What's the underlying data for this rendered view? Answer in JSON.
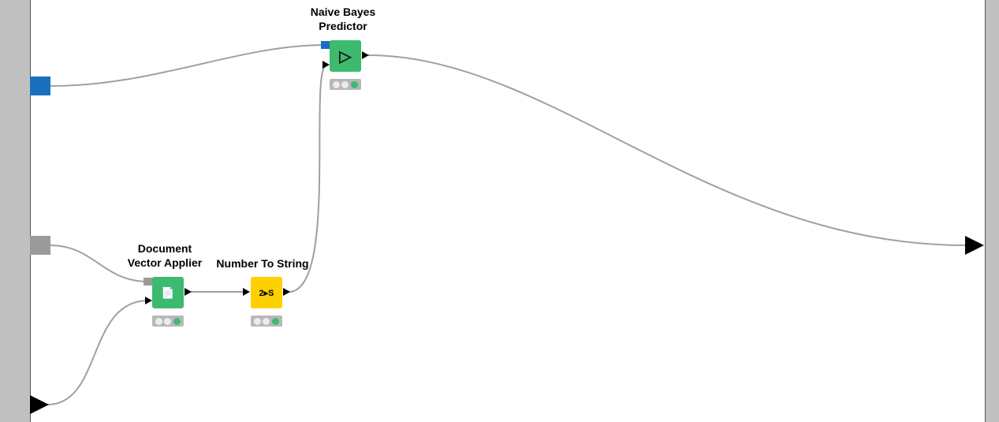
{
  "workflow": {
    "nodes": {
      "naive_bayes": {
        "label_line1": "Naive Bayes",
        "label_line2": "Predictor",
        "icon": "predictor-triangle-icon",
        "icon_glyph": "▷",
        "status": "executed"
      },
      "doc_vector": {
        "label_line1": "Document",
        "label_line2": "Vector Applier",
        "icon": "document-vector-icon",
        "icon_glyph": "📄",
        "status": "executed"
      },
      "num_to_str": {
        "label_line1": "Number To String",
        "icon": "number-to-string-icon",
        "icon_glyph": "2▸S",
        "status": "executed"
      }
    },
    "colors": {
      "model_port": "#1a6fbf",
      "doc_port": "#9a9a9a",
      "learner_node": "#3dba6e",
      "manipulator_node": "#ffd000",
      "wire": "#a0a0a0"
    }
  }
}
